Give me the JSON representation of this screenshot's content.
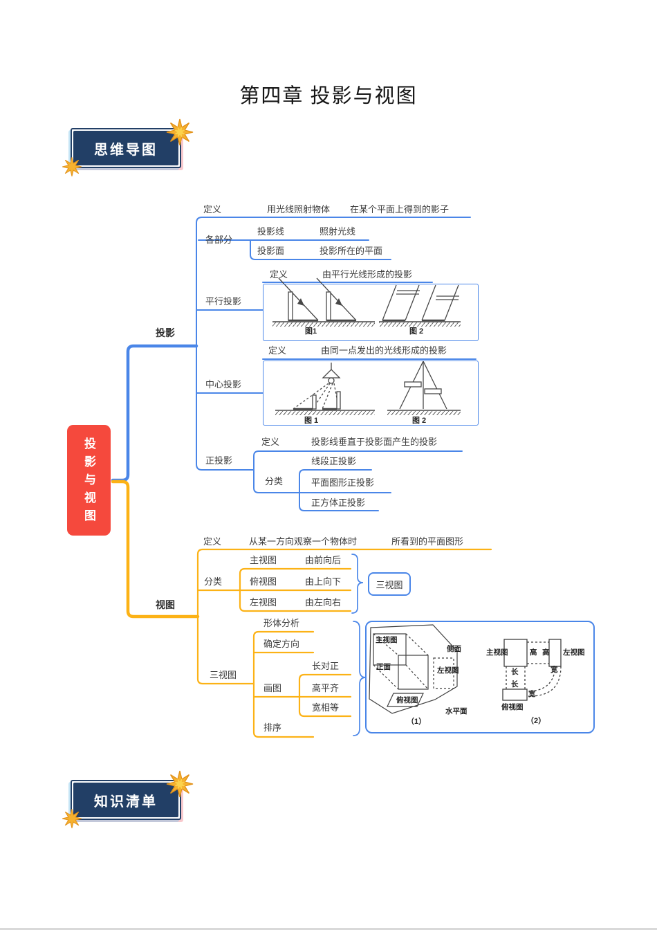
{
  "page": {
    "title": "第四章 投影与视图"
  },
  "badges": {
    "top": "思维导图",
    "bottom": "知识清单"
  },
  "mindmap": {
    "root": "投影与视图",
    "projection": {
      "label": "投影",
      "definition": {
        "key": "定义",
        "part1": "用光线照射物体",
        "part2": "在某个平面上得到的影子"
      },
      "parts": {
        "label": "各部分",
        "line_key": "投影线",
        "line_val": "照射光线",
        "plane_key": "投影面",
        "plane_val": "投影所在的平面"
      },
      "parallel": {
        "label": "平行投影",
        "def_key": "定义",
        "def_val": "由平行光线形成的投影",
        "fig1": "图1",
        "fig2": "图 2"
      },
      "central": {
        "label": "中心投影",
        "def_key": "定义",
        "def_val": "由同一点发出的光线形成的投影",
        "fig1": "图 1",
        "fig2": "图 2"
      },
      "ortho": {
        "label": "正投影",
        "def_key": "定义",
        "def_val": "投影线垂直于投影面产生的投影",
        "cls_key": "分类",
        "c1": "线段正投影",
        "c2": "平面图形正投影",
        "c3": "正方体正投影"
      }
    },
    "views": {
      "label": "视图",
      "definition": {
        "key": "定义",
        "part1": "从某一方向观察一个物体时",
        "part2": "所看到的平面图形"
      },
      "classify": {
        "label": "分类",
        "front_key": "主视图",
        "front_val": "由前向后",
        "top_key": "俯视图",
        "top_val": "由上向下",
        "left_key": "左视图",
        "left_val": "由左向右",
        "brace_target": "三视图"
      },
      "three_views": {
        "label": "三视图",
        "step1": "形体分析",
        "step2": "确定方向",
        "step3": "画图",
        "rule1": "长对正",
        "rule2": "高平齐",
        "rule3": "宽相等",
        "step4": "排序"
      },
      "figure": {
        "f1": {
          "front": "主视图",
          "side_face": "侧面",
          "front_face": "正面",
          "left": "左视图",
          "top": "俯视图",
          "horizontal_plane": "水平面",
          "caption": "（1）"
        },
        "f2": {
          "front": "主视图",
          "height1": "高",
          "height2": "高",
          "left": "左视图",
          "length1": "长",
          "length2": "长",
          "width1": "宽",
          "width2": "宽",
          "top": "俯视图",
          "caption": "（2）"
        }
      }
    }
  }
}
